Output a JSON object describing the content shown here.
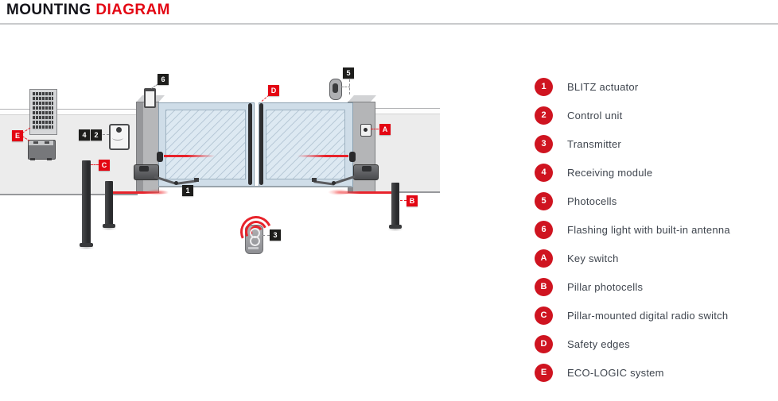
{
  "title": {
    "part_black": "MOUNTING",
    "part_red": "DIAGRAM"
  },
  "colors": {
    "accent_red": "#e30613",
    "marker_black": "#1d1d1b",
    "legend_circle_red": "#cf1420"
  },
  "legend": {
    "items": [
      {
        "badge": "1",
        "label": "BLITZ actuator"
      },
      {
        "badge": "2",
        "label": "Control unit"
      },
      {
        "badge": "3",
        "label": "Transmitter"
      },
      {
        "badge": "4",
        "label": "Receiving module"
      },
      {
        "badge": "5",
        "label": "Photocells"
      },
      {
        "badge": "6",
        "label": "Flashing light with built-in antenna"
      },
      {
        "badge": "A",
        "label": "Key switch"
      },
      {
        "badge": "B",
        "label": "Pillar photocells"
      },
      {
        "badge": "C",
        "label": "Pillar-mounted digital radio switch"
      },
      {
        "badge": "D",
        "label": "Safety edges"
      },
      {
        "badge": "E",
        "label": "ECO-LOGIC system"
      }
    ]
  },
  "diagram": {
    "markers": {
      "m1": "1",
      "m2": "2",
      "m3": "3",
      "m4": "4",
      "m5": "5",
      "m6": "6",
      "mA": "A",
      "mB": "B",
      "mC": "C",
      "mD": "D",
      "mE": "E"
    }
  }
}
